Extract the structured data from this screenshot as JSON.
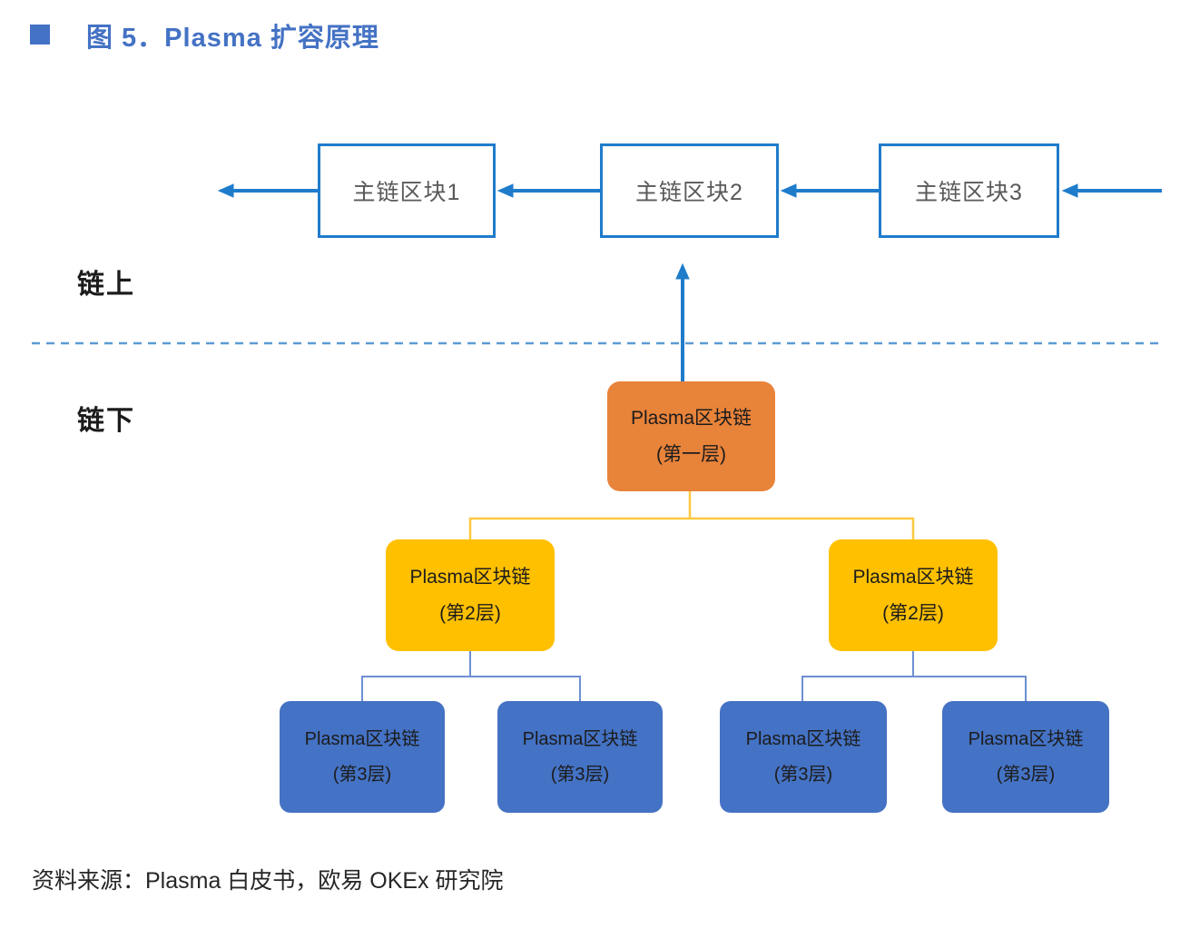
{
  "figure": {
    "title": "图 5．Plasma 扩容原理",
    "source": "资料来源：Plasma 白皮书，欧易 OKEx 研究院"
  },
  "zones": {
    "on_chain": "链上",
    "off_chain": "链下"
  },
  "main_chain": [
    {
      "label": "主链区块1"
    },
    {
      "label": "主链区块2"
    },
    {
      "label": "主链区块3"
    }
  ],
  "plasma_tree": {
    "level1": {
      "name": "Plasma区块链",
      "layer": "(第一层)"
    },
    "level2": [
      {
        "name": "Plasma区块链",
        "layer": "(第2层)"
      },
      {
        "name": "Plasma区块链",
        "layer": "(第2层)"
      }
    ],
    "level3": [
      {
        "name": "Plasma区块链",
        "layer": "(第3层)"
      },
      {
        "name": "Plasma区块链",
        "layer": "(第3层)"
      },
      {
        "name": "Plasma区块链",
        "layer": "(第3层)"
      },
      {
        "name": "Plasma区块链",
        "layer": "(第3层)"
      }
    ]
  },
  "colors": {
    "title_blue": "#4472C4",
    "main_border_blue": "#1F7CCB",
    "arrow_blue": "#1F7CCB",
    "dashed_blue": "#5B9BD5",
    "orange": "#E8833A",
    "yellow": "#FFC000",
    "yellow_connector": "#FFC940",
    "level3_blue": "#4472C4",
    "connector_blue": "#6D8FD3",
    "main_text_gray": "#595959",
    "text_dark": "#1C1C1C"
  }
}
